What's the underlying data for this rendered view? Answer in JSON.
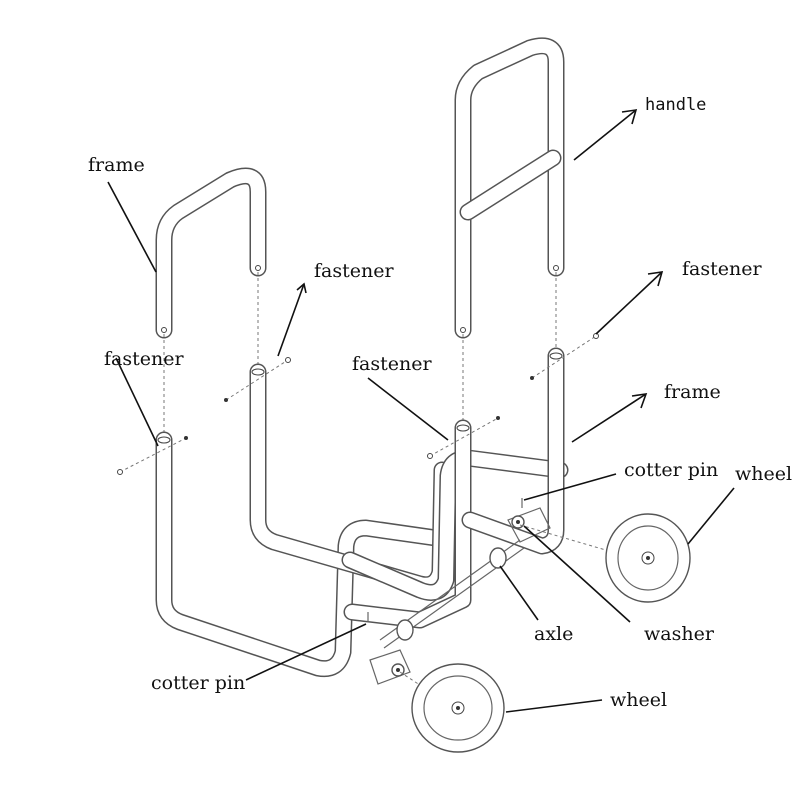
{
  "labels": {
    "handle": "handle",
    "frame_left": "frame",
    "frame_right": "frame",
    "fastener_1": "fastener",
    "fastener_2": "fastener",
    "fastener_3": "fastener",
    "fastener_4": "fastener",
    "cotter_pin_right": "cotter pin",
    "cotter_pin_left": "cotter pin",
    "wheel_right": "wheel",
    "wheel_bottom": "wheel",
    "axle": "axle",
    "washer": "washer"
  }
}
